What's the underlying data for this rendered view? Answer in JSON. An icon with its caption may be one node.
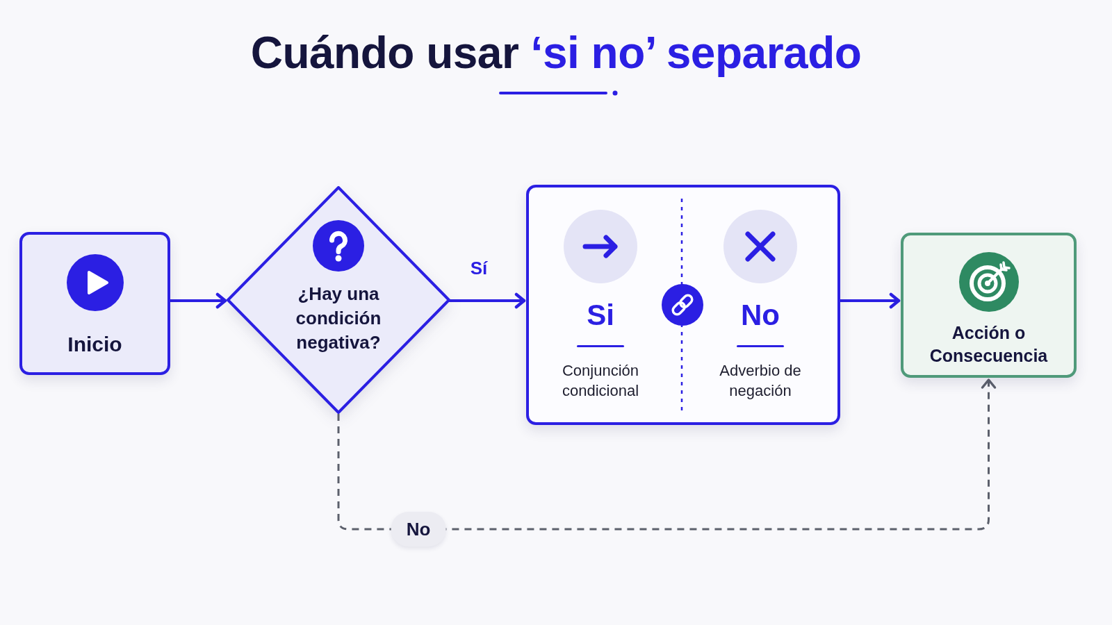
{
  "diagram": {
    "title": "Cuándo usar ‘si no’ separado",
    "nodes": [
      {
        "text": [
          "Inicio"
        ]
      },
      {
        "text": [
          "¿Hay una condición negativa?"
        ]
      },
      {
        "text": [
          "Si",
          "Conjunción condicional",
          "No",
          "Adverbio de negación"
        ]
      },
      {
        "text": [
          "Acción o Consecuencia"
        ]
      }
    ],
    "edges": [
      {
        "from": 0,
        "to": 1,
        "arrow": "to"
      },
      {
        "from": 1,
        "to": 2,
        "arrow": "to",
        "label": "Sí"
      },
      {
        "from": 2,
        "to": 3,
        "arrow": "to"
      },
      {
        "from": 1,
        "to": 3,
        "arrow": "to",
        "label": "No",
        "style": "dashed",
        "color": "#5c606c"
      }
    ]
  }
}
